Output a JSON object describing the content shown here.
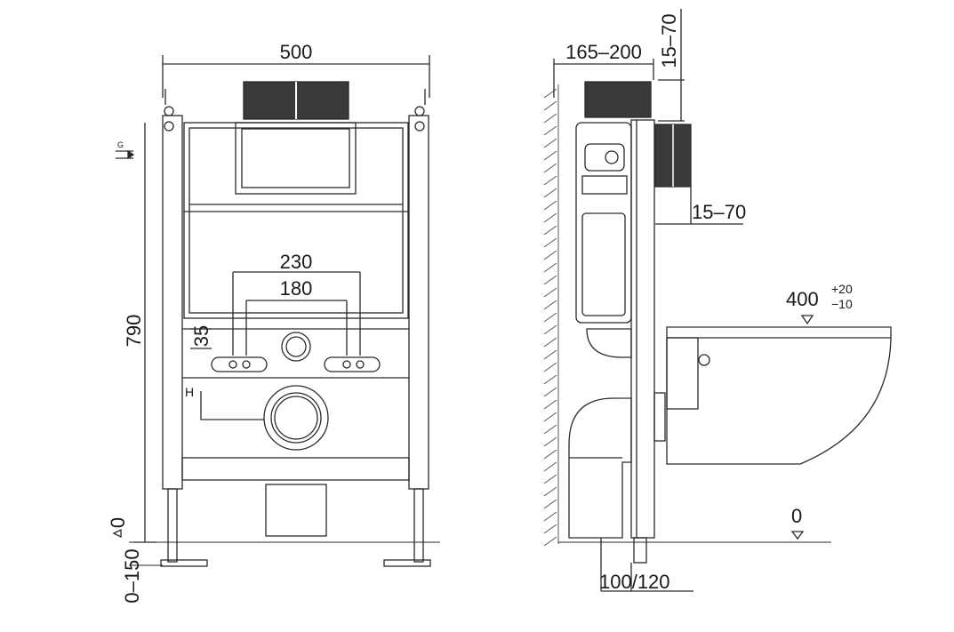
{
  "front_view": {
    "width_label": "500",
    "height_label": "790",
    "pipe_outer_label": "230",
    "pipe_inner_label": "180",
    "offset_label": "35",
    "h_marker": "H",
    "zero_label": "0",
    "adjust_label": "0–150",
    "wall_symbol_text": "G"
  },
  "side_view": {
    "depth_label": "165–200",
    "top_adjust_label": "15–70",
    "panel_adjust_label": "15–70",
    "pan_height_label": "400",
    "tolerance_plus": "+20",
    "tolerance_minus": "−10",
    "zero_label": "0",
    "drain_label": "100/120"
  },
  "colors": {
    "line": "#2a2a2a",
    "panel": "#3a3a3a",
    "hatch": "#555555"
  }
}
